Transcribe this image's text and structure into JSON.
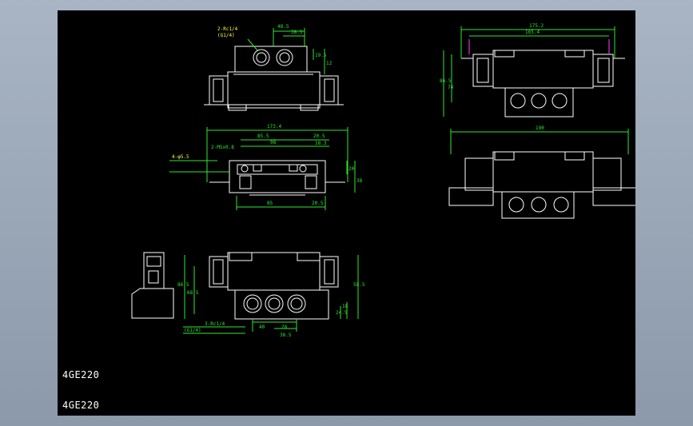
{
  "drawing": {
    "model_label_1": "4GE220",
    "model_label_2": "4GE220",
    "top_view": {
      "port_note_1": "2-Rc1/4",
      "port_note_2": "(G1/4)",
      "dim_width": "48.5",
      "dim_inner": "38.5",
      "dim_height_small": "19.5",
      "dim_height_right": "12"
    },
    "middle_view": {
      "dim_total": "173.4",
      "dim_a": "85.5",
      "dim_b": "98",
      "dim_c": "20.5",
      "dim_d": "18.3",
      "port_note": "2-M5x0.8",
      "left_note": "4-φ5.5",
      "bottom_dim_1": "85",
      "bottom_dim_2": "20.5",
      "right_dim_1": "20",
      "right_dim_2": "38"
    },
    "bottom_view": {
      "left_dim_1": "86.5",
      "left_dim_2": "68.5",
      "right_dim_1": "58.5",
      "right_dim_2": "18",
      "right_dim_3": "24.5",
      "port_note_1": "3-Rc1/4",
      "port_note_2": "(G1/4)",
      "bottom_dim_1": "40",
      "bottom_dim_2": "28",
      "bottom_dim_3": "38.5"
    },
    "right_top_view": {
      "dim_total": "175.2",
      "dim_sub": "165.4",
      "left_dim_1": "86.5",
      "left_dim_2": "74"
    },
    "right_bottom_view": {
      "dim_total": "190"
    }
  }
}
